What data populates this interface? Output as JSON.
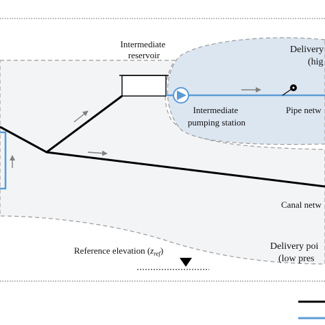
{
  "labels": {
    "intermediate_reservoir": [
      "Intermediate",
      "reservoir"
    ],
    "delivery_high": [
      "Delivery",
      "(hig"
    ],
    "intermediate_pumping_station": [
      "Intermediate",
      "pumping station"
    ],
    "pipe_network": "Pipe netw",
    "canal_network": "Canal netw",
    "delivery_low": [
      "Delivery poi",
      "(low pres"
    ],
    "reference_elevation_prefix": "Reference elevation (",
    "reference_elevation_symbol": "z",
    "reference_elevation_subscript": "ref",
    "reference_elevation_suffix": ")"
  },
  "colors": {
    "canal": "#000000",
    "pipe": "#5b9bd5",
    "zone_fill": "#dce6f1",
    "zone_border": "#9a9a9a",
    "arrow": "#808080",
    "pump": "#5b9bd5"
  },
  "legend": [
    {
      "kind": "canal",
      "color": "#000000"
    },
    {
      "kind": "pipe",
      "color": "#5b9bd5"
    }
  ]
}
